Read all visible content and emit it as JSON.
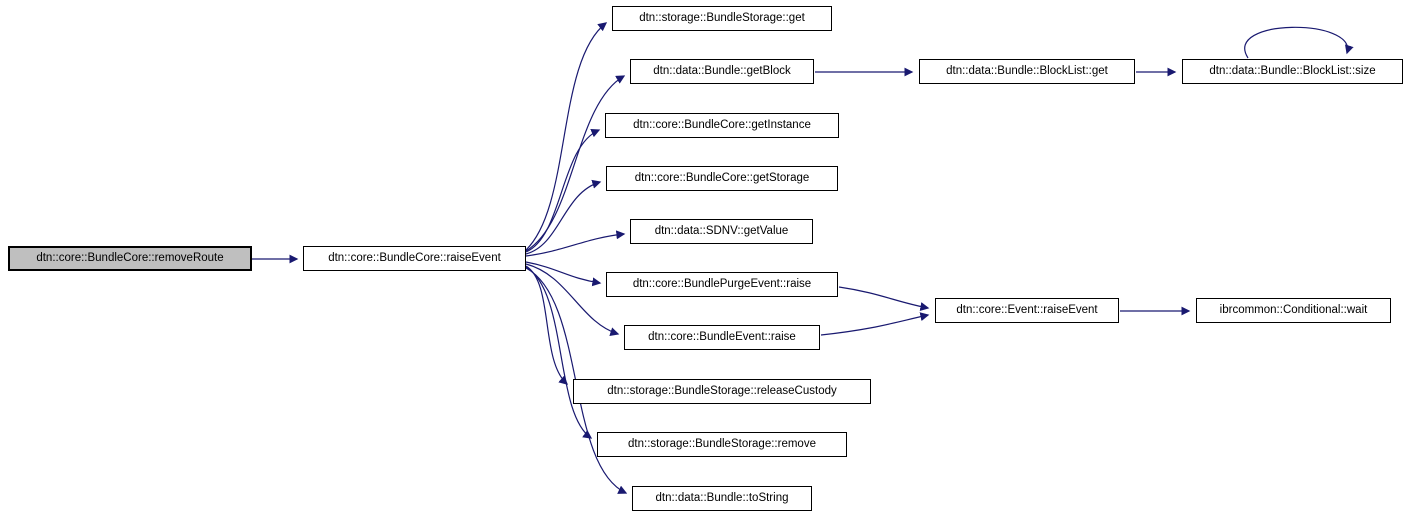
{
  "diagram": {
    "type": "call-graph",
    "colors": {
      "edge": "#191970",
      "node_border": "#000000",
      "node_fill": "#ffffff",
      "highlight_fill": "#bfbfbf",
      "background": "#ffffff",
      "text": "#000000"
    },
    "nodes": [
      {
        "id": "removeRoute",
        "label": "dtn::core::BundleCore::removeRoute",
        "highlighted": true
      },
      {
        "id": "raiseEvent",
        "label": "dtn::core::BundleCore::raiseEvent",
        "highlighted": false
      },
      {
        "id": "storageGet",
        "label": "dtn::storage::BundleStorage::get",
        "highlighted": false
      },
      {
        "id": "getBlock",
        "label": "dtn::data::Bundle::getBlock",
        "highlighted": false
      },
      {
        "id": "getInstance",
        "label": "dtn::core::BundleCore::getInstance",
        "highlighted": false
      },
      {
        "id": "getStorage",
        "label": "dtn::core::BundleCore::getStorage",
        "highlighted": false
      },
      {
        "id": "getValue",
        "label": "dtn::data::SDNV::getValue",
        "highlighted": false
      },
      {
        "id": "purgeRaise",
        "label": "dtn::core::BundlePurgeEvent::raise",
        "highlighted": false
      },
      {
        "id": "bundleEventRaise",
        "label": "dtn::core::BundleEvent::raise",
        "highlighted": false
      },
      {
        "id": "releaseCustody",
        "label": "dtn::storage::BundleStorage::releaseCustody",
        "highlighted": false
      },
      {
        "id": "storageRemove",
        "label": "dtn::storage::BundleStorage::remove",
        "highlighted": false
      },
      {
        "id": "toString",
        "label": "dtn::data::Bundle::toString",
        "highlighted": false
      },
      {
        "id": "blockListGet",
        "label": "dtn::data::Bundle::BlockList::get",
        "highlighted": false
      },
      {
        "id": "blockListSize",
        "label": "dtn::data::Bundle::BlockList::size",
        "highlighted": false
      },
      {
        "id": "eventRaiseEvent",
        "label": "dtn::core::Event::raiseEvent",
        "highlighted": false
      },
      {
        "id": "conditionalWait",
        "label": "ibrcommon::Conditional::wait",
        "highlighted": false
      }
    ],
    "edges": [
      {
        "from": "removeRoute",
        "to": "raiseEvent"
      },
      {
        "from": "raiseEvent",
        "to": "storageGet"
      },
      {
        "from": "raiseEvent",
        "to": "getBlock"
      },
      {
        "from": "raiseEvent",
        "to": "getInstance"
      },
      {
        "from": "raiseEvent",
        "to": "getStorage"
      },
      {
        "from": "raiseEvent",
        "to": "getValue"
      },
      {
        "from": "raiseEvent",
        "to": "purgeRaise"
      },
      {
        "from": "raiseEvent",
        "to": "bundleEventRaise"
      },
      {
        "from": "raiseEvent",
        "to": "releaseCustody"
      },
      {
        "from": "raiseEvent",
        "to": "storageRemove"
      },
      {
        "from": "raiseEvent",
        "to": "toString"
      },
      {
        "from": "getBlock",
        "to": "blockListGet"
      },
      {
        "from": "blockListGet",
        "to": "blockListSize"
      },
      {
        "from": "blockListSize",
        "to": "blockListSize"
      },
      {
        "from": "purgeRaise",
        "to": "eventRaiseEvent"
      },
      {
        "from": "bundleEventRaise",
        "to": "eventRaiseEvent"
      },
      {
        "from": "eventRaiseEvent",
        "to": "conditionalWait"
      }
    ]
  }
}
